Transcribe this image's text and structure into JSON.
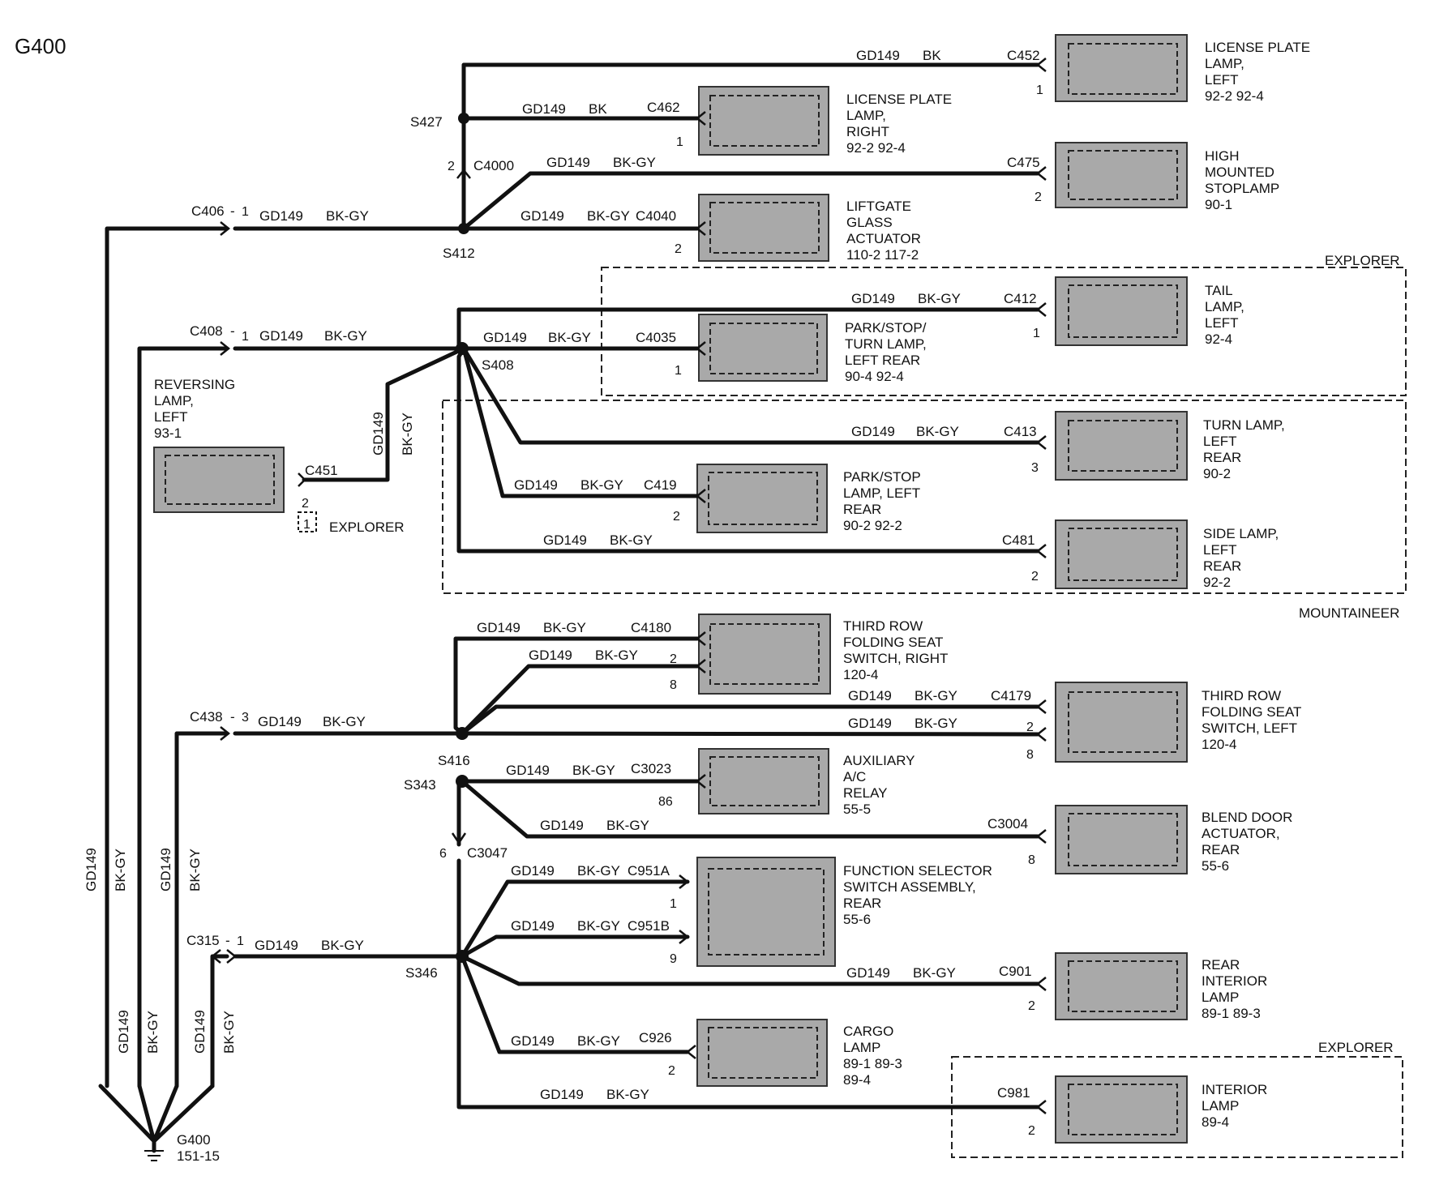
{
  "title": "G400",
  "ground": {
    "name": "G400",
    "ref": "151-15"
  },
  "wire": {
    "circuit": "GD149",
    "color_main": "BK-GY",
    "color_bk": "BK"
  },
  "splices": {
    "s427": "S427",
    "s412": "S412",
    "s408": "S408",
    "s416": "S416",
    "s343": "S343",
    "s346": "S346"
  },
  "connectors": {
    "c406": "C406",
    "c406_pin": "1",
    "c408": "C408",
    "c408_pin": "1",
    "c438": "C438",
    "c438_pin": "3",
    "c315": "C315",
    "c315_pin": "1",
    "c452": "C452",
    "c452_pin": "1",
    "c462": "C462",
    "c462_pin": "1",
    "c4000": "C4000",
    "c4000_pin": "2",
    "c475": "C475",
    "c475_pin": "2",
    "c4040": "C4040",
    "c4040_pin": "2",
    "c412": "C412",
    "c412_pin": "1",
    "c4035": "C4035",
    "c4035_pin": "1",
    "c451": "C451",
    "c451_pin": "2",
    "c451_alt_pin": "1",
    "c413": "C413",
    "c413_pin": "3",
    "c419": "C419",
    "c419_pin": "2",
    "c481": "C481",
    "c481_pin": "2",
    "c4180": "C4180",
    "c4180_pin_a": "2",
    "c4180_pin_b": "8",
    "c4179": "C4179",
    "c4179_pin_a": "2",
    "c4179_pin_b": "8",
    "c3023": "C3023",
    "c3023_pin": "86",
    "c3004": "C3004",
    "c3004_pin": "8",
    "c3047": "C3047",
    "c3047_pin": "6",
    "c951a": "C951A",
    "c951a_pin": "1",
    "c951b": "C951B",
    "c951b_pin": "9",
    "c901": "C901",
    "c901_pin": "2",
    "c926": "C926",
    "c926_pin": "2",
    "c981": "C981",
    "c981_pin": "2"
  },
  "components": {
    "lp_left": [
      "LICENSE PLATE",
      "LAMP,",
      "LEFT",
      "92-2     92-4"
    ],
    "lp_right": [
      "LICENSE PLATE",
      "LAMP,",
      "RIGHT",
      "92-2     92-4"
    ],
    "hmsl": [
      "HIGH",
      "MOUNTED",
      "STOPLAMP",
      "90-1"
    ],
    "liftgate": [
      "LIFTGATE",
      "GLASS",
      "ACTUATOR",
      "110-2     117-2"
    ],
    "tail": [
      "TAIL",
      "LAMP,",
      "LEFT",
      "92-4"
    ],
    "parkstopturn": [
      "PARK/STOP/",
      "TURN LAMP,",
      "LEFT REAR",
      "90-4     92-4"
    ],
    "reversing": [
      "REVERSING",
      "LAMP,",
      "LEFT",
      "93-1"
    ],
    "turn": [
      "TURN LAMP,",
      "LEFT",
      "REAR",
      "90-2"
    ],
    "parkstop": [
      "PARK/STOP",
      "LAMP, LEFT",
      "REAR",
      "90-2     92-2"
    ],
    "side": [
      "SIDE LAMP,",
      "LEFT",
      "REAR",
      "92-2"
    ],
    "seat_right": [
      "THIRD ROW",
      "FOLDING SEAT",
      "SWITCH, RIGHT",
      "120-4"
    ],
    "seat_left": [
      "THIRD ROW",
      "FOLDING SEAT",
      "SWITCH, LEFT",
      "120-4"
    ],
    "aux_relay": [
      "AUXILIARY",
      "A/C",
      "RELAY",
      "55-5"
    ],
    "blend": [
      "BLEND DOOR",
      "ACTUATOR,",
      "REAR",
      "55-6"
    ],
    "func_sel": [
      "FUNCTION SELECTOR",
      "SWITCH ASSEMBLY,",
      "REAR",
      "55-6"
    ],
    "rear_int": [
      "REAR",
      "INTERIOR",
      "LAMP",
      "89-1     89-3"
    ],
    "cargo": [
      "CARGO",
      "LAMP",
      "89-1     89-3",
      "89-4"
    ],
    "interior": [
      "INTERIOR",
      "LAMP",
      "89-4"
    ]
  },
  "groups": {
    "explorer_top": "EXPLORER",
    "mountaineer": "MOUNTAINEER",
    "explorer_bottom": "EXPLORER",
    "explorer_reversing": "EXPLORER"
  }
}
